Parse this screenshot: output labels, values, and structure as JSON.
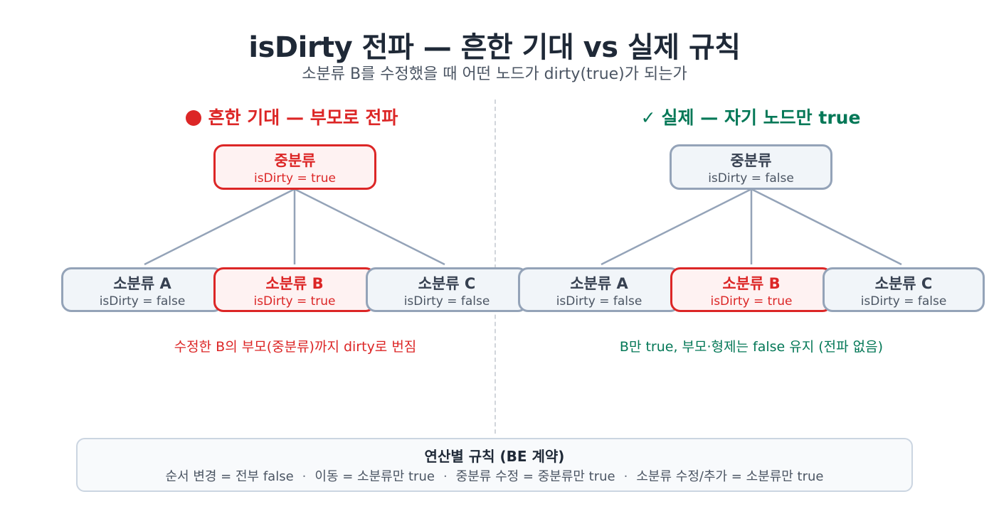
{
  "title": "isDirty 전파 — 흔한 기대 vs 실제 규칙",
  "subtitle": "소분류 B를 수정했을 때 어떤 노드가 dirty(true)가 되는가",
  "left_panel": {
    "title": "흔한 기대 — 부모로 전파",
    "parent": {
      "label": "중분류",
      "state": "isDirty = true",
      "dirty": true
    },
    "children": [
      {
        "label": "소분류 A",
        "state": "isDirty = false",
        "dirty": false
      },
      {
        "label": "소분류 B",
        "state": "isDirty = true",
        "dirty": true
      },
      {
        "label": "소분류 C",
        "state": "isDirty = false",
        "dirty": false
      }
    ],
    "caption": "수정한 B의 부모(중분류)까지 dirty로 번짐"
  },
  "right_panel": {
    "check": "✓",
    "title": "실제 — 자기 노드만 true",
    "parent": {
      "label": "중분류",
      "state": "isDirty = false",
      "dirty": false
    },
    "children": [
      {
        "label": "소분류 A",
        "state": "isDirty = false",
        "dirty": false
      },
      {
        "label": "소분류 B",
        "state": "isDirty = true",
        "dirty": true
      },
      {
        "label": "소분류 C",
        "state": "isDirty = false",
        "dirty": false
      }
    ],
    "caption": "B만 true, 부모·형제는 false 유지 (전파 없음)"
  },
  "rules": {
    "title": "연산별 규칙 (BE 계약)",
    "separator": "·",
    "items": [
      "순서 변경 = 전부 false",
      "이동 = 소분류만 true",
      "중분류 수정 = 중분류만 true",
      "소분류 수정/추가 = 소분류만 true"
    ]
  },
  "colors": {
    "dirty": "#dc2626",
    "clean_border": "#94a3b8",
    "ok": "#047857",
    "edge": "#94a3b8"
  }
}
